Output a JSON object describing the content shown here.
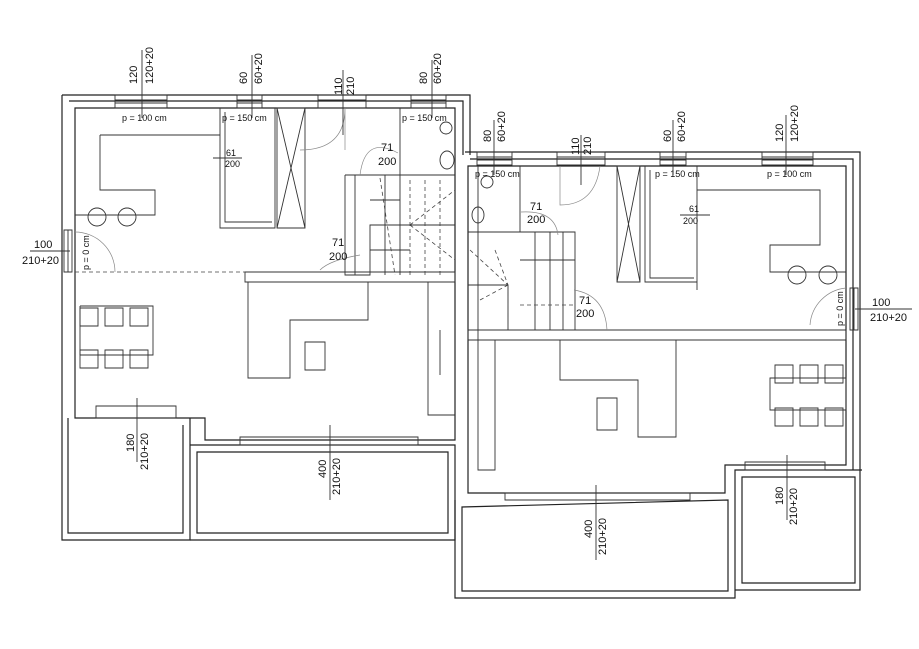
{
  "plan": {
    "left_unit": {
      "windows": [
        {
          "top": "120",
          "bottom": "120+20",
          "sill": "p = 100 cm"
        },
        {
          "top": "60",
          "bottom": "60+20",
          "sill": "p = 150 cm"
        },
        {
          "top": "80",
          "bottom": "60+20",
          "sill": "p = 150 cm"
        }
      ],
      "entry_door": {
        "top": "110",
        "bottom": "210"
      },
      "doors": [
        {
          "top": "61",
          "bottom": "200"
        },
        {
          "top": "71",
          "bottom": "200"
        },
        {
          "top": "71",
          "bottom": "200"
        }
      ],
      "side_door": {
        "top": "100",
        "bottom": "210+20",
        "sill": "p = 0 cm"
      },
      "balcony_doors": [
        {
          "top": "180",
          "bottom": "210+20"
        },
        {
          "top": "400",
          "bottom": "210+20"
        }
      ]
    },
    "right_unit": {
      "windows": [
        {
          "top": "80",
          "bottom": "60+20",
          "sill": "p = 150 cm"
        },
        {
          "top": "60",
          "bottom": "60+20",
          "sill": "p = 150 cm"
        },
        {
          "top": "120",
          "bottom": "120+20",
          "sill": "p = 100 cm"
        }
      ],
      "entry_door": {
        "top": "110",
        "bottom": "210"
      },
      "doors": [
        {
          "top": "61",
          "bottom": "200"
        },
        {
          "top": "71",
          "bottom": "200"
        },
        {
          "top": "71",
          "bottom": "200"
        }
      ],
      "side_door": {
        "top": "100",
        "bottom": "210+20",
        "sill": "p = 0 cm"
      },
      "balcony_doors": [
        {
          "top": "400",
          "bottom": "210+20"
        },
        {
          "top": "180",
          "bottom": "210+20"
        }
      ]
    }
  }
}
